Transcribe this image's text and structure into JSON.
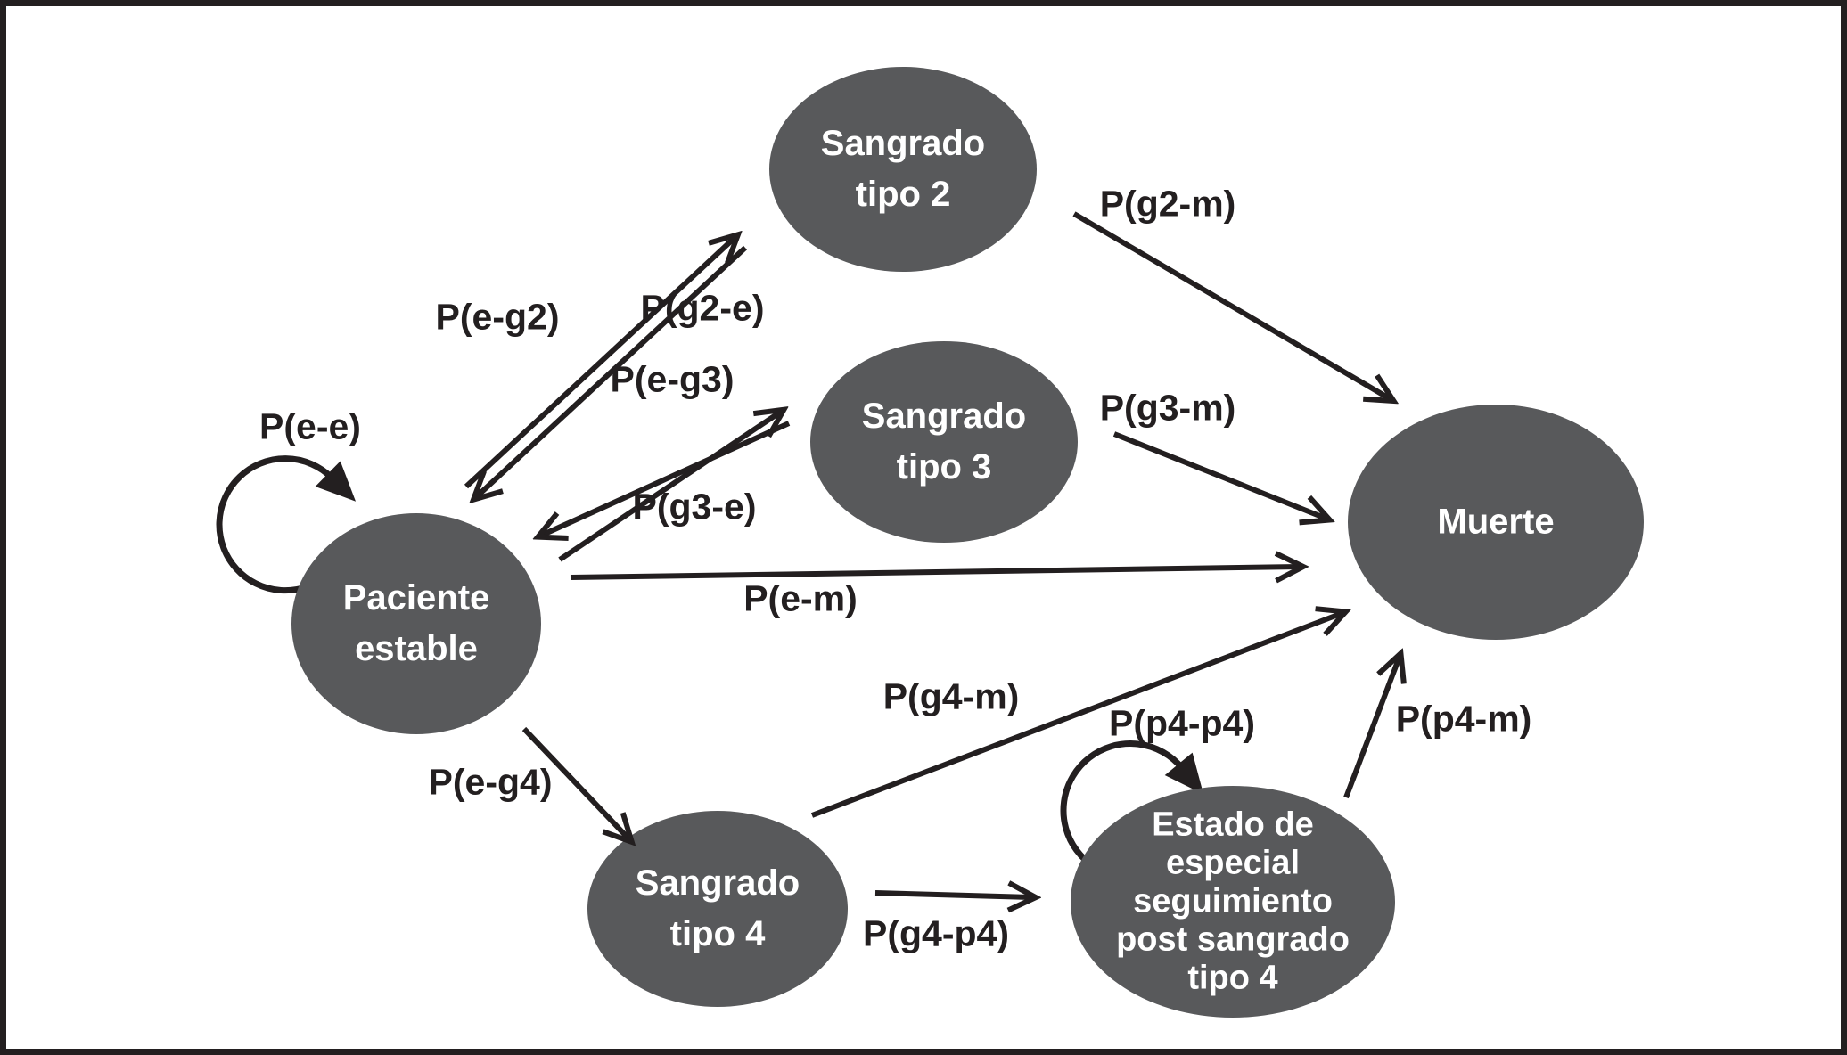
{
  "figure": {
    "type": "markov-state-transition-diagram",
    "background": "#ffffff",
    "border_color": "#231f20",
    "node_fill": "#58595b",
    "node_text_color": "#ffffff",
    "label_color": "#231f20",
    "arrow_color": "#231f20"
  },
  "states": [
    {
      "id": "sangrado-tipo-2",
      "lines": [
        "Sangrado",
        "tipo 2"
      ]
    },
    {
      "id": "sangrado-tipo-3",
      "lines": [
        "Sangrado",
        "tipo 3"
      ]
    },
    {
      "id": "paciente-estable",
      "lines": [
        "Paciente",
        "estable"
      ]
    },
    {
      "id": "muerte",
      "lines": [
        "Muerte"
      ]
    },
    {
      "id": "sangrado-tipo-4",
      "lines": [
        "Sangrado",
        "tipo 4"
      ]
    },
    {
      "id": "estado-especial-seguimiento",
      "lines": [
        "Estado de",
        "especial",
        "seguimiento",
        "post sangrado",
        "tipo 4"
      ]
    }
  ],
  "transitions": [
    {
      "id": "e-e",
      "label": "P(e-e)",
      "from": "paciente-estable",
      "to": "paciente-estable",
      "kind": "self-loop"
    },
    {
      "id": "e-g2",
      "label": "P(e-g2)",
      "from": "paciente-estable",
      "to": "sangrado-tipo-2",
      "kind": "arrow"
    },
    {
      "id": "g2-e",
      "label": "P(g2-e)",
      "from": "sangrado-tipo-2",
      "to": "paciente-estable",
      "kind": "arrow"
    },
    {
      "id": "e-g3",
      "label": "P(e-g3)",
      "from": "paciente-estable",
      "to": "sangrado-tipo-3",
      "kind": "arrow"
    },
    {
      "id": "g3-e",
      "label": "P(g3-e)",
      "from": "sangrado-tipo-3",
      "to": "paciente-estable",
      "kind": "arrow"
    },
    {
      "id": "g2-m",
      "label": "P(g2-m)",
      "from": "sangrado-tipo-2",
      "to": "muerte",
      "kind": "arrow"
    },
    {
      "id": "g3-m",
      "label": "P(g3-m)",
      "from": "sangrado-tipo-3",
      "to": "muerte",
      "kind": "arrow"
    },
    {
      "id": "e-m",
      "label": "P(e-m)",
      "from": "paciente-estable",
      "to": "muerte",
      "kind": "arrow"
    },
    {
      "id": "g4-m",
      "label": "P(g4-m)",
      "from": "sangrado-tipo-4",
      "to": "muerte",
      "kind": "arrow"
    },
    {
      "id": "e-g4",
      "label": "P(e-g4)",
      "from": "paciente-estable",
      "to": "sangrado-tipo-4",
      "kind": "arrow"
    },
    {
      "id": "g4-p4",
      "label": "P(g4-p4)",
      "from": "sangrado-tipo-4",
      "to": "estado-especial-seguimiento",
      "kind": "arrow"
    },
    {
      "id": "p4-p4",
      "label": "P(p4-p4)",
      "from": "estado-especial-seguimiento",
      "to": "estado-especial-seguimiento",
      "kind": "self-loop"
    },
    {
      "id": "p4-m",
      "label": "P(p4-m)",
      "from": "estado-especial-seguimiento",
      "to": "muerte",
      "kind": "arrow"
    }
  ]
}
